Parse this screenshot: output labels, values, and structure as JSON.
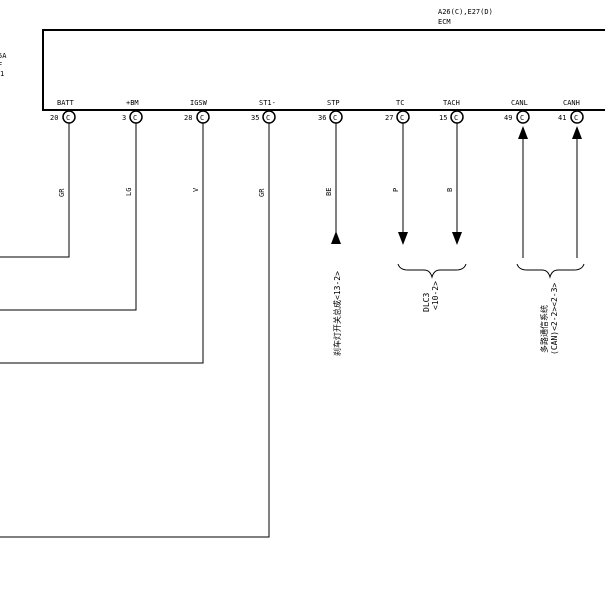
{
  "component": {
    "connectors": "A26(C),E27(D)",
    "name": "ECM",
    "edge_fragments": [
      "5A",
      "F",
      "1"
    ]
  },
  "pins": [
    {
      "label": "BATT",
      "number": "20",
      "connector": "C",
      "wire": "GR"
    },
    {
      "label": "+BM",
      "number": "3",
      "connector": "C",
      "wire": "LG"
    },
    {
      "label": "IGSW",
      "number": "28",
      "connector": "C",
      "wire": "V"
    },
    {
      "label": "ST1-",
      "number": "35",
      "connector": "C",
      "wire": "GR"
    },
    {
      "label": "STP",
      "number": "36",
      "connector": "C",
      "wire": "BE"
    },
    {
      "label": "TC",
      "number": "27",
      "connector": "C",
      "wire": "P"
    },
    {
      "label": "TACH",
      "number": "15",
      "connector": "C",
      "wire": "B"
    },
    {
      "label": "CANL",
      "number": "49",
      "connector": "C",
      "wire": ""
    },
    {
      "label": "CANH",
      "number": "41",
      "connector": "C",
      "wire": ""
    }
  ],
  "destinations": {
    "stop_light": "刹车灯开关总成<13-2>",
    "dlc3_name": "DLC3",
    "dlc3_ref": "<10-2>",
    "can_name": "多路通信系统",
    "can_ref": "(CAN)<2-2><2-3>"
  }
}
